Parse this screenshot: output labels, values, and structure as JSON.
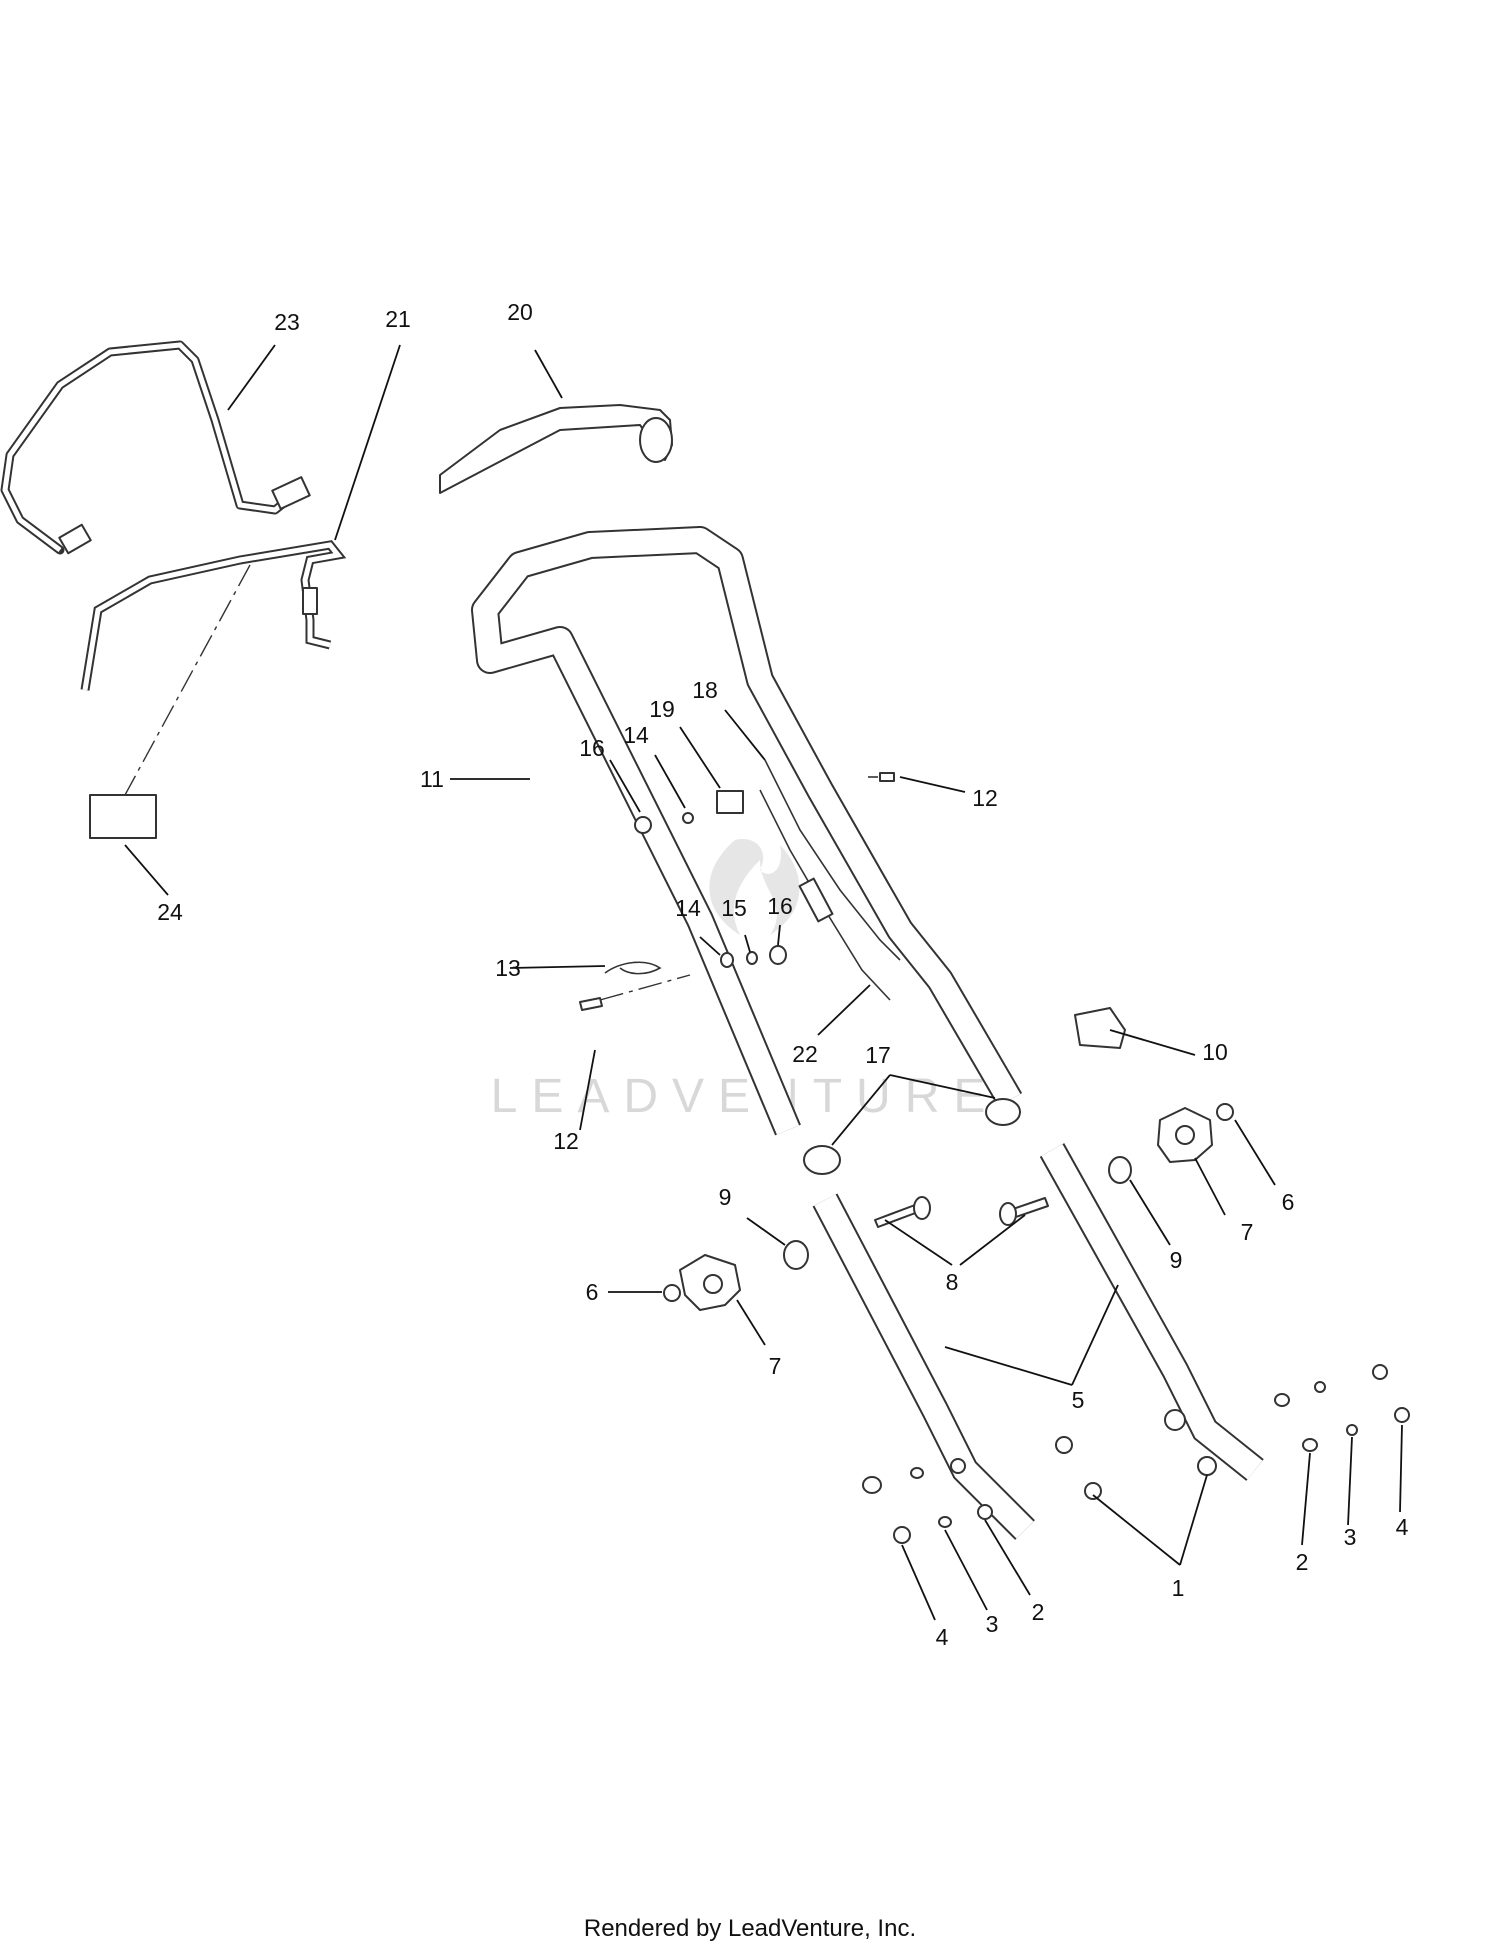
{
  "diagram": {
    "callouts": [
      "1",
      "2",
      "3",
      "4",
      "5",
      "6",
      "7",
      "8",
      "9",
      "10",
      "11",
      "12",
      "13",
      "14",
      "15",
      "16",
      "17",
      "18",
      "19",
      "20",
      "21",
      "22",
      "23",
      "24"
    ],
    "watermark": "LEADVENTURE",
    "footer": "Rendered by LeadVenture, Inc."
  }
}
